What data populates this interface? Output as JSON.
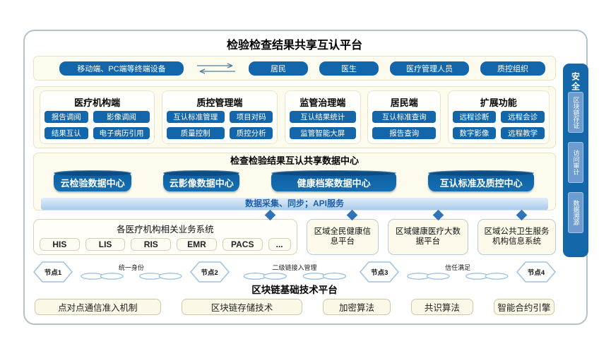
{
  "platform_title": "检验检查结果共享互认平台",
  "terminal_bar": {
    "device_box": "移动端、PC端等终端设备",
    "roles": [
      "居民",
      "医生",
      "医疗管理人员",
      "质控组织"
    ]
  },
  "client_sections": [
    {
      "title": "医疗机构端",
      "buttons": [
        "报告调阅",
        "影像调阅",
        "结果互认",
        "电子病历引用"
      ]
    },
    {
      "title": "质控管理端",
      "buttons": [
        "互认标准管理",
        "项目对码",
        "质量控制",
        "质控分析"
      ]
    },
    {
      "title": "监管治理端",
      "buttons": [
        "互认结果统计",
        "监管智能大屏"
      ]
    },
    {
      "title": "居民端",
      "buttons": [
        "互认标准查询",
        "报告查询"
      ]
    },
    {
      "title": "扩展功能",
      "buttons": [
        "远程诊断",
        "远程会诊",
        "数字影像",
        "远程教学"
      ]
    }
  ],
  "data_center": {
    "title": "检查检验结果互认共享数据中心",
    "cylinders": [
      "云检验数据中心",
      "云影像数据中心",
      "健康档案数据中心",
      "互认标准及质控中心"
    ],
    "service_bar": "数据采集、同步；API服务"
  },
  "source_systems": {
    "hospital_box_title": "各医疗机构相关业务系统",
    "hospital_systems": [
      "HIS",
      "LIS",
      "RIS",
      "EMR",
      "PACS",
      "..."
    ],
    "regional_platforms": [
      "区域全民健康信息平台",
      "区域健康医疗大数据平台",
      "区域公共卫生服务机构信息系统"
    ]
  },
  "blockchain": {
    "nodes": [
      "节点1",
      "节点2",
      "节点3",
      "节点4"
    ],
    "chain_labels": [
      "统一身份",
      "二级链接入管理",
      "信任满足"
    ],
    "platform_title": "区块链基础技术平台",
    "components": [
      "点对点通信准入机制",
      "区块链存储技术",
      "加密算法",
      "共识算法",
      "智能合约引擎"
    ]
  },
  "security_sidebar": {
    "title": "安全",
    "items": [
      "区块链存证",
      "访问审计",
      "数据溯源"
    ]
  },
  "colors": {
    "primary_blue": "#1266a9",
    "diamond_blue": "#2e74b6",
    "section_cream": "#fdfaee",
    "sidebar_item_blue": "#6d9dd0",
    "frame_border": "#b3c2cb"
  }
}
